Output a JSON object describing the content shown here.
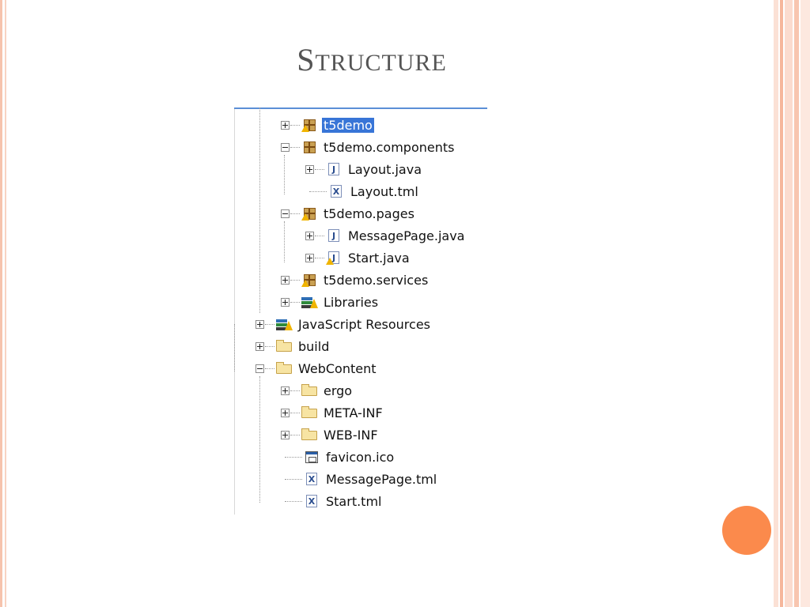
{
  "slide": {
    "title_first": "S",
    "title_rest": "tructure",
    "colors": {
      "title": "#555555",
      "accent_dot": "#fb8a4c",
      "deco": "#f6b79c",
      "selection": "#3875d7"
    }
  },
  "tree": {
    "items": [
      {
        "label": "t5demo",
        "icon": "package-warning-icon",
        "toggle": "plus",
        "selected": true
      },
      {
        "label": "t5demo.components",
        "icon": "package-icon",
        "toggle": "minus"
      },
      {
        "label": "Layout.java",
        "icon": "java-file-icon",
        "toggle": "plus"
      },
      {
        "label": "Layout.tml",
        "icon": "xml-file-icon",
        "toggle": "none"
      },
      {
        "label": "t5demo.pages",
        "icon": "package-warning-icon",
        "toggle": "minus"
      },
      {
        "label": "MessagePage.java",
        "icon": "java-file-icon",
        "toggle": "plus"
      },
      {
        "label": "Start.java",
        "icon": "java-file-warning-icon",
        "toggle": "plus"
      },
      {
        "label": "t5demo.services",
        "icon": "package-warning-icon",
        "toggle": "plus"
      },
      {
        "label": "Libraries",
        "icon": "library-warning-icon",
        "toggle": "plus"
      },
      {
        "label": "JavaScript Resources",
        "icon": "library-warning-icon",
        "toggle": "plus"
      },
      {
        "label": "build",
        "icon": "folder-icon",
        "toggle": "plus"
      },
      {
        "label": "WebContent",
        "icon": "folder-icon",
        "toggle": "minus"
      },
      {
        "label": "ergo",
        "icon": "folder-icon",
        "toggle": "plus"
      },
      {
        "label": "META-INF",
        "icon": "folder-icon",
        "toggle": "plus"
      },
      {
        "label": "WEB-INF",
        "icon": "folder-icon",
        "toggle": "plus"
      },
      {
        "label": "favicon.ico",
        "icon": "ico-file-icon",
        "toggle": "none"
      },
      {
        "label": "MessagePage.tml",
        "icon": "xml-file-icon",
        "toggle": "none"
      },
      {
        "label": "Start.tml",
        "icon": "xml-file-icon",
        "toggle": "none"
      }
    ],
    "glyphs": {
      "java": "J",
      "xml": "X"
    }
  }
}
